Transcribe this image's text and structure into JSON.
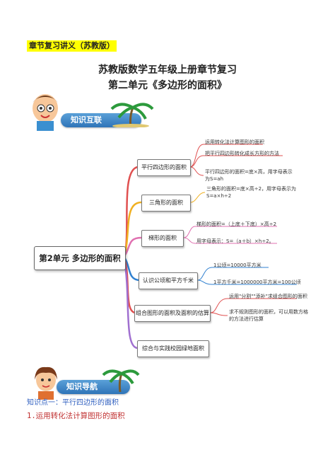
{
  "header_tag": "章节复习讲义（苏教版）",
  "title_line1": "苏教版数学五年级上册章节复习",
  "title_line2": "第二单元《多边形的面积》",
  "banner1": "知识互联",
  "banner2": "知识导航",
  "mindmap": {
    "central": "第2单元 多边形的面积",
    "branches": [
      {
        "label": "平行四边形的面积",
        "color": "#e05050",
        "leaves": [
          "运用转化法计算图形的面积",
          "把平行四边形转化成长方形的方法",
          "平行四边形的面积=底×高，用字母表示为S=ah"
        ]
      },
      {
        "label": "三角形的面积",
        "color": "#f0b020",
        "leaves": [
          "三角形的面积=底×高÷2，用字母表示为S=a×h÷2"
        ]
      },
      {
        "label": "梯形的面积",
        "color": "#e070b0",
        "leaves": [
          "梯形的面积=（上底＋下底）×高÷2",
          "用字母表示：S=（a＋b）×h÷2。"
        ]
      },
      {
        "label": "认识公顷和平方千米",
        "color": "#3080d0",
        "leaves": [
          "1公顷=10000平方米",
          "1平方千米=1000000平方米=100公顷"
        ]
      },
      {
        "label": "组合图形的面积及面积的估算",
        "color": "#e05050",
        "leaves": [
          "运用\"分割\"\"添补\"求组合图形的面积",
          "求不规则图形的面积，可以用数方格的方法进行估算"
        ]
      },
      {
        "label": "综合与实践校园绿地面积",
        "color": "#a070d0",
        "leaves": []
      }
    ]
  },
  "subheading": "知识点一：平行四边形的面积",
  "subheading2": "1.运用转化法计算图形的面积",
  "colors": {
    "highlight": "#ffff00",
    "banner": "#2f74b8",
    "subheading": "#3060c0",
    "subheading2": "#c03030"
  }
}
